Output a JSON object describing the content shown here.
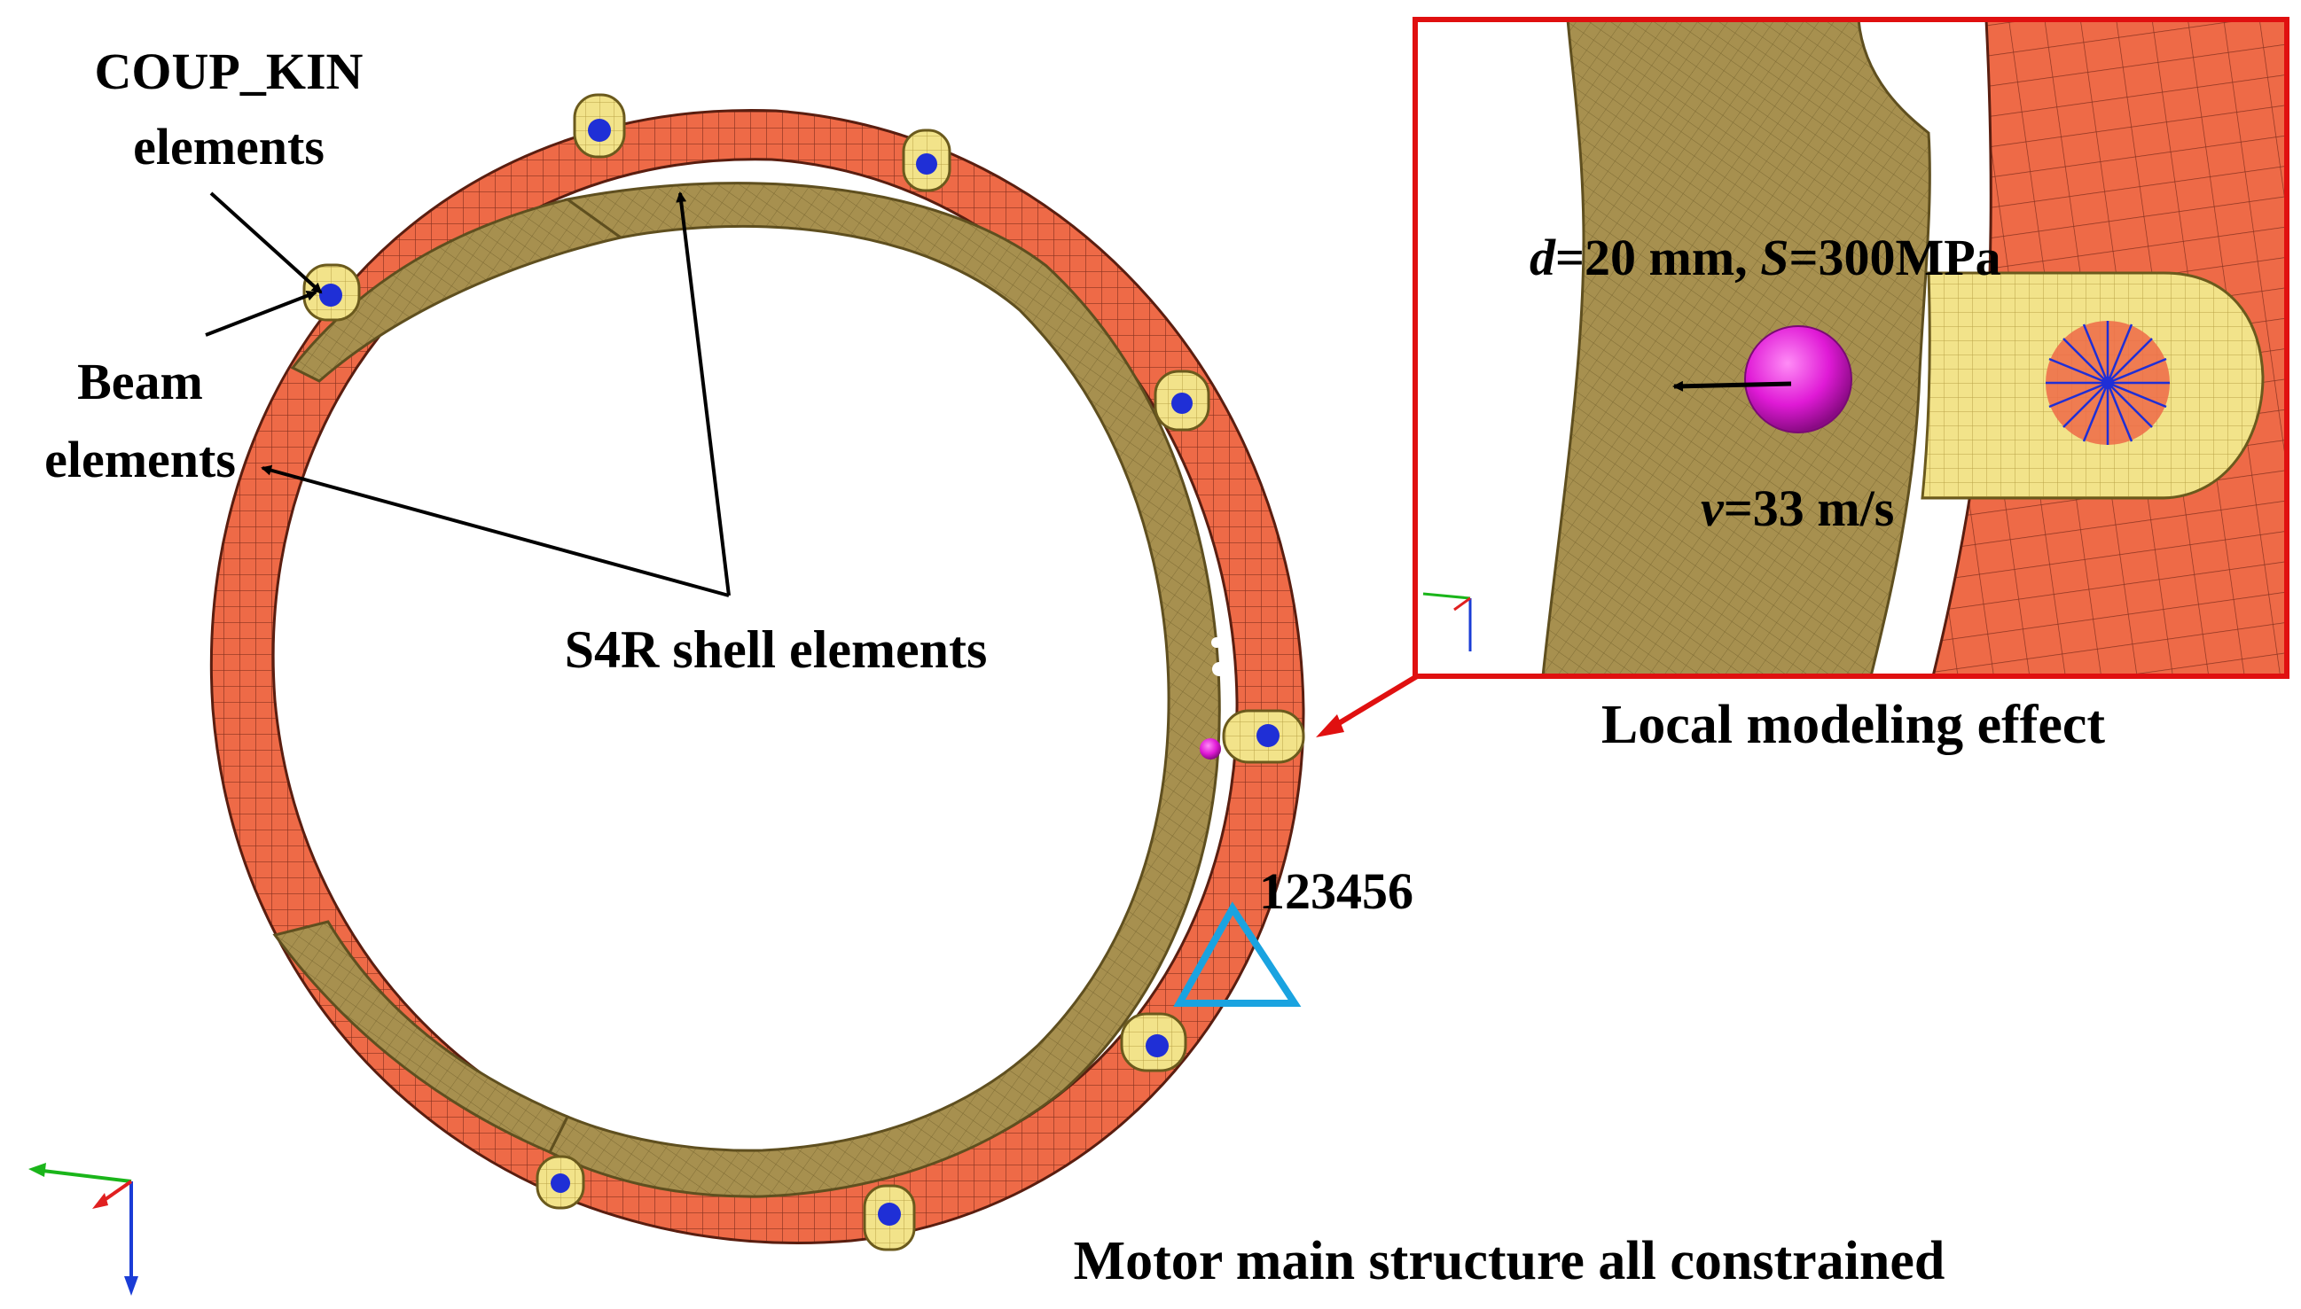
{
  "labels": {
    "coup_kin_1": "COUP_KIN",
    "coup_kin_2": "elements",
    "beam_1": "Beam",
    "beam_2": "elements",
    "s4r": "S4R shell elements",
    "node_set": "123456",
    "motor": "Motor main structure all constrained",
    "local_effect": "Local modeling effect",
    "inset_d_sym": "d",
    "inset_d_rest": "=20 mm, ",
    "inset_s_sym": "S",
    "inset_s_rest": "=300MPa",
    "inset_v_sym": "v",
    "inset_v_rest": "=33 m/s"
  },
  "colors": {
    "ring_orange": "#ee6a47",
    "mesh_line": "#7a2a18",
    "band_olive": "#a7904f",
    "band_olive_dark": "#8e7a3c",
    "tab_yellow": "#f2e38a",
    "node_blue": "#1f2fd6",
    "projectile": "#e01ad6",
    "inset_border": "#e01010",
    "constraint_cyan": "#1aa3e0"
  }
}
